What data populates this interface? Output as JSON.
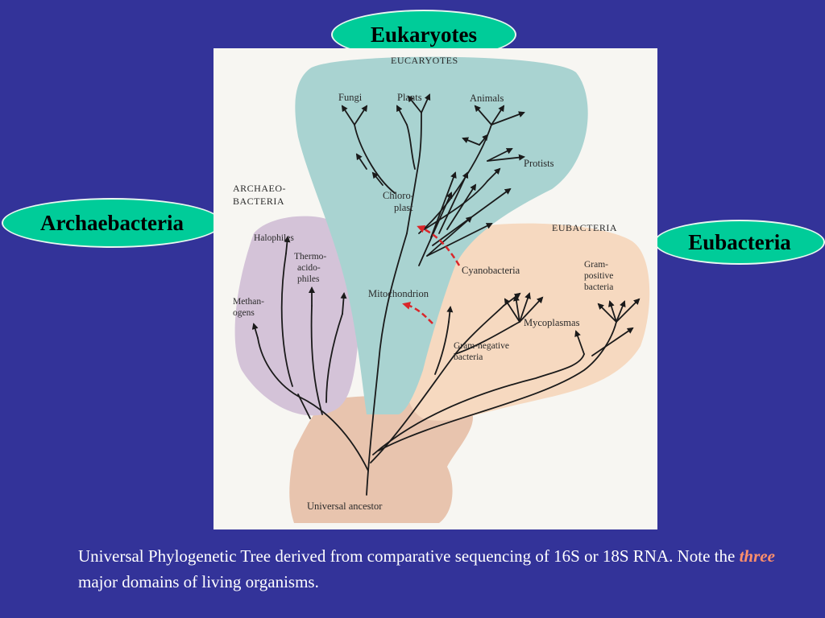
{
  "ovals": {
    "eukaryotes": "Eukaryotes",
    "archaebacteria": "Archaebacteria",
    "eubacteria": "Eubacteria"
  },
  "figure": {
    "domains": {
      "eucaryotes": "EUCARYOTES",
      "archaebacteria_line1": "ARCHAEO-",
      "archaebacteria_line2": "BACTERIA",
      "eubacteria": "EUBACTERIA"
    },
    "groups": {
      "fungi": "Fungi",
      "plants": "Plants",
      "animals": "Animals",
      "protists": "Protists",
      "chloroplast_line1": "Chloro-",
      "chloroplast_line2": "plast",
      "mitochondrion": "Mitochondrion",
      "cyanobacteria": "Cyanobacteria",
      "gram_positive_line1": "Gram-",
      "gram_positive_line2": "positive",
      "gram_positive_line3": "bacteria",
      "mycoplasmas": "Mycoplasmas",
      "gram_negative_line1": "Gram-negative",
      "gram_negative_line2": "bacteria",
      "halophiles": "Halophiles",
      "thermo_line1": "Thermo-",
      "thermo_line2": "acido-",
      "thermo_line3": "philes",
      "methanogens_line1": "Methan-",
      "methanogens_line2": "ogens",
      "universal_ancestor": "Universal ancestor"
    },
    "colors": {
      "eucaryotes_region": "#a9d3d1",
      "archaebacteria_region": "#d4c3d8",
      "eubacteria_region": "#f6d9c0",
      "ancestor_region": "#e8c4ae",
      "endosymbiosis_arrow": "#d9262a"
    }
  },
  "caption": {
    "before": "Universal Phylogenetic Tree derived from comparative sequencing of 16S or 18S RNA. Note the ",
    "emphasis": "three",
    "after": " major domains of living organisms."
  }
}
